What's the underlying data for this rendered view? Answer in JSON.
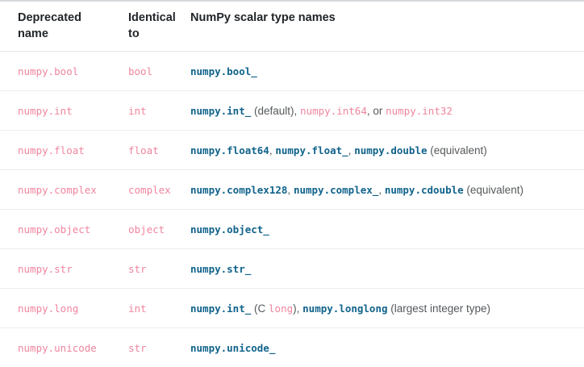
{
  "table": {
    "headers": [
      {
        "line1": "Deprecated",
        "line2": "name"
      },
      {
        "line1": "Identical",
        "line2": "to"
      },
      {
        "line1": "NumPy scalar type names",
        "line2": ""
      }
    ],
    "colors": {
      "deprecated_pink": "#f0859e",
      "numpy_teal": "#11638b",
      "note_gray": "#55595c",
      "row_border": "#e9ecef",
      "header_border": "#e3e6e8",
      "top_border": "#d7dadd",
      "background": "#ffffff"
    },
    "rows": [
      {
        "deprecated": "numpy.bool",
        "identical": "bool",
        "scalar_parts": [
          {
            "text": "numpy.bool_",
            "style": "np-code"
          }
        ]
      },
      {
        "deprecated": "numpy.int",
        "identical": "int",
        "scalar_parts": [
          {
            "text": "numpy.int_",
            "style": "np-code"
          },
          {
            "text": " (default)",
            "style": "note"
          },
          {
            "text": ", ",
            "style": "sep"
          },
          {
            "text": "numpy.int64",
            "style": "pink-code"
          },
          {
            "text": ", or ",
            "style": "sep"
          },
          {
            "text": "numpy.int32",
            "style": "pink-code"
          }
        ]
      },
      {
        "deprecated": "numpy.float",
        "identical": "float",
        "scalar_parts": [
          {
            "text": "numpy.float64",
            "style": "np-code"
          },
          {
            "text": ", ",
            "style": "sep"
          },
          {
            "text": "numpy.float_",
            "style": "np-code"
          },
          {
            "text": ", ",
            "style": "sep"
          },
          {
            "text": "numpy.double",
            "style": "np-code"
          },
          {
            "text": " (equivalent)",
            "style": "note"
          }
        ]
      },
      {
        "deprecated": "numpy.complex",
        "identical": "complex",
        "scalar_parts": [
          {
            "text": "numpy.complex128",
            "style": "np-code"
          },
          {
            "text": ", ",
            "style": "sep"
          },
          {
            "text": "numpy.complex_",
            "style": "np-code"
          },
          {
            "text": ", ",
            "style": "sep"
          },
          {
            "text": "numpy.cdouble",
            "style": "np-code"
          },
          {
            "text": " (equivalent)",
            "style": "note"
          }
        ]
      },
      {
        "deprecated": "numpy.object",
        "identical": "object",
        "scalar_parts": [
          {
            "text": "numpy.object_",
            "style": "np-code"
          }
        ]
      },
      {
        "deprecated": "numpy.str",
        "identical": "str",
        "scalar_parts": [
          {
            "text": "numpy.str_",
            "style": "np-code"
          }
        ]
      },
      {
        "deprecated": "numpy.long",
        "identical": "int",
        "scalar_parts": [
          {
            "text": "numpy.int_",
            "style": "np-code"
          },
          {
            "text": " (C ",
            "style": "note"
          },
          {
            "text": "long",
            "style": "pink-code"
          },
          {
            "text": ")",
            "style": "note"
          },
          {
            "text": ", ",
            "style": "sep"
          },
          {
            "text": "numpy.longlong",
            "style": "np-code"
          },
          {
            "text": " (largest integer type)",
            "style": "note"
          }
        ]
      },
      {
        "deprecated": "numpy.unicode",
        "identical": "str",
        "scalar_parts": [
          {
            "text": "numpy.unicode_",
            "style": "np-code"
          }
        ]
      }
    ]
  }
}
